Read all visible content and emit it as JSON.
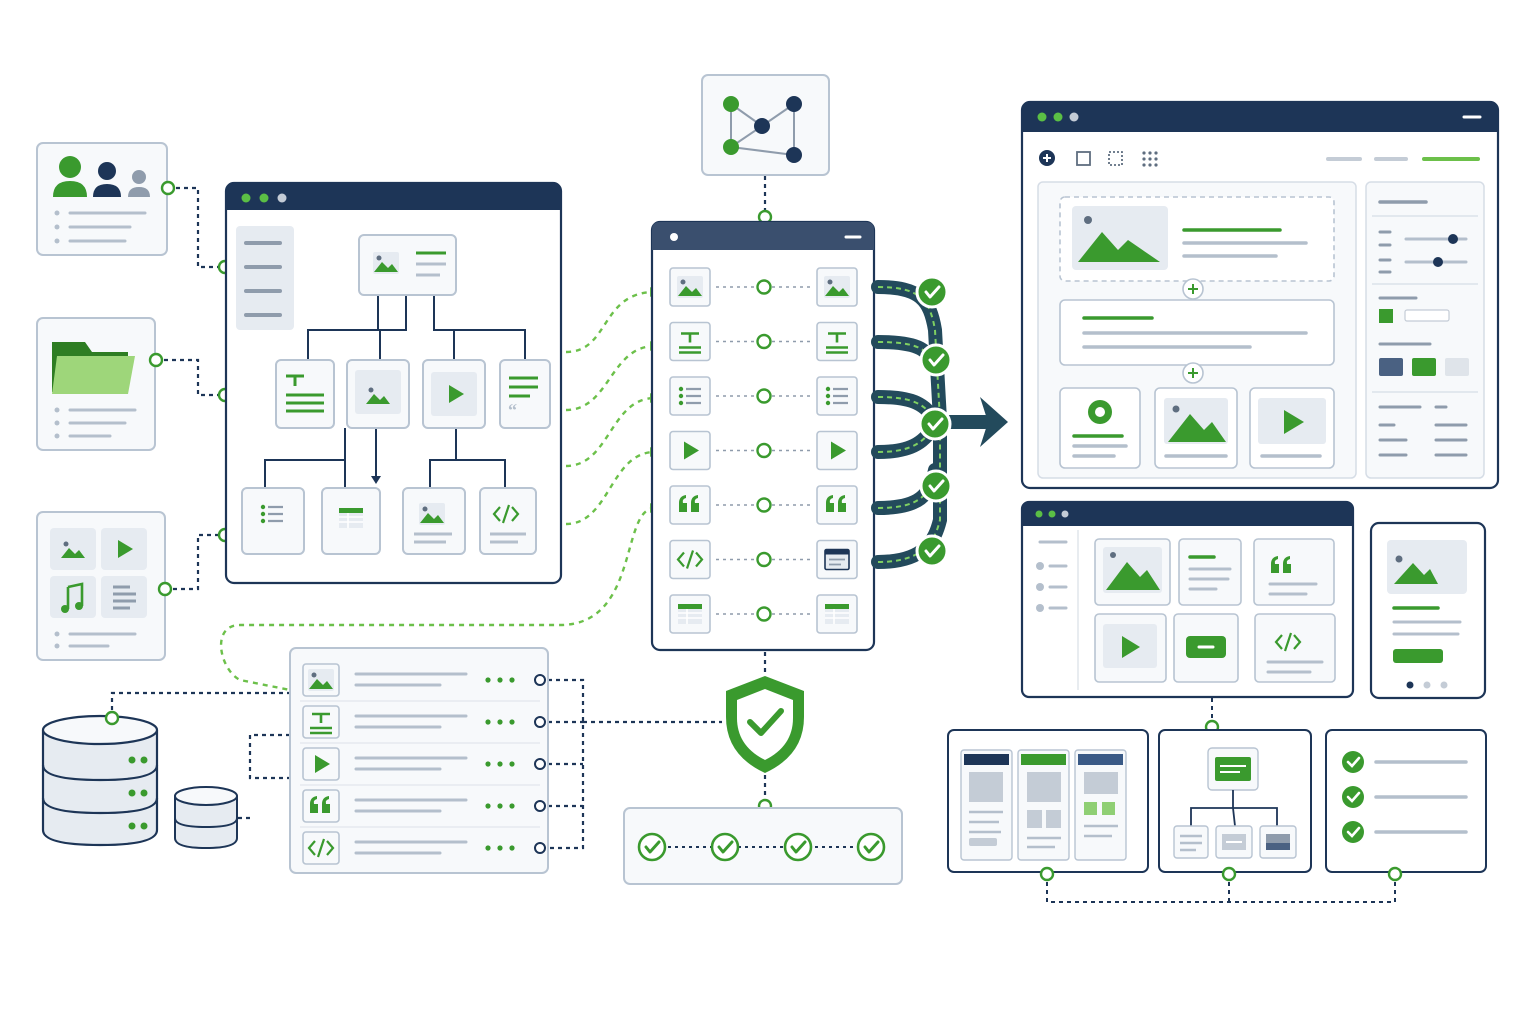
{
  "diagram": {
    "kind": "content-pipeline-illustration",
    "text_labels": []
  },
  "colors": {
    "navy": "#1d3557",
    "green": "#3a9a2e",
    "green_light": "#a8d98a",
    "gray_line": "#b4bfcc",
    "panel_border": "#b8c4d2",
    "panel_fill": "#f7f9fb",
    "tile_fill": "#e6ebf1"
  },
  "sources": [
    {
      "name": "users-source",
      "icon": "users-icon"
    },
    {
      "name": "folder-source",
      "icon": "folder-icon"
    },
    {
      "name": "media-source",
      "icon": "media-grid-icon"
    }
  ],
  "content_tree": {
    "root": "image-text-card",
    "children": [
      "text-block",
      "image-block",
      "video-block",
      "quote-block"
    ],
    "leaves": [
      "list-block",
      "table-block",
      "image-caption-block",
      "code-block"
    ]
  },
  "mapping_rows": [
    {
      "source": "image-icon",
      "target": "image-icon"
    },
    {
      "source": "text-icon",
      "target": "text-icon"
    },
    {
      "source": "list-icon",
      "target": "list-icon"
    },
    {
      "source": "play-icon",
      "target": "play-icon"
    },
    {
      "source": "quote-icon",
      "target": "quote-icon"
    },
    {
      "source": "code-icon",
      "target": "window-icon"
    },
    {
      "source": "table-icon",
      "target": "table-icon"
    }
  ],
  "storage_rows": [
    "image-icon",
    "text-icon",
    "play-icon",
    "quote-icon",
    "code-icon"
  ],
  "validation_checks": 4,
  "editor_panels": [
    "image-block",
    "text-block",
    "avatar-card",
    "image-card",
    "video-card"
  ],
  "layout_templates": [
    "page-template-1",
    "page-template-2",
    "page-template-3"
  ],
  "checklist_items": 3,
  "mobile_pagination_dots": 3
}
